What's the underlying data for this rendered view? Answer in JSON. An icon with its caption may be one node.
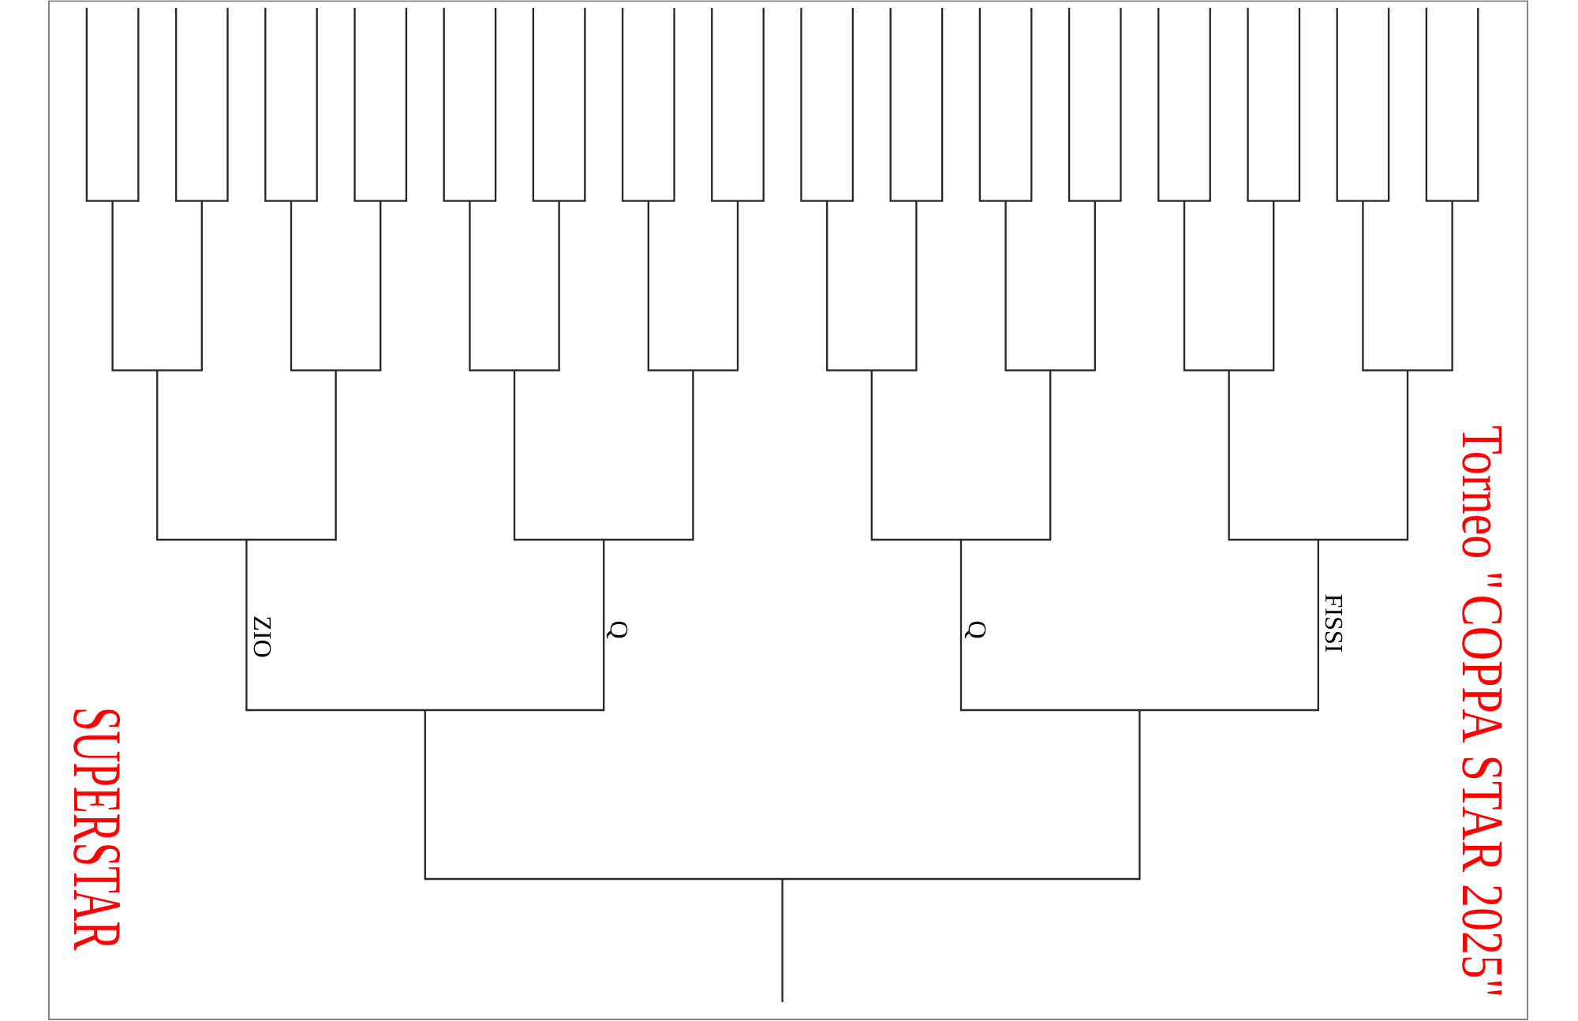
{
  "diagram": {
    "title": "Torneo \"COPPA STAR 2025\"",
    "labels": [
      "FISSI",
      "Q",
      "Q",
      "ZIO",
      "SUPERSTAR"
    ]
  }
}
